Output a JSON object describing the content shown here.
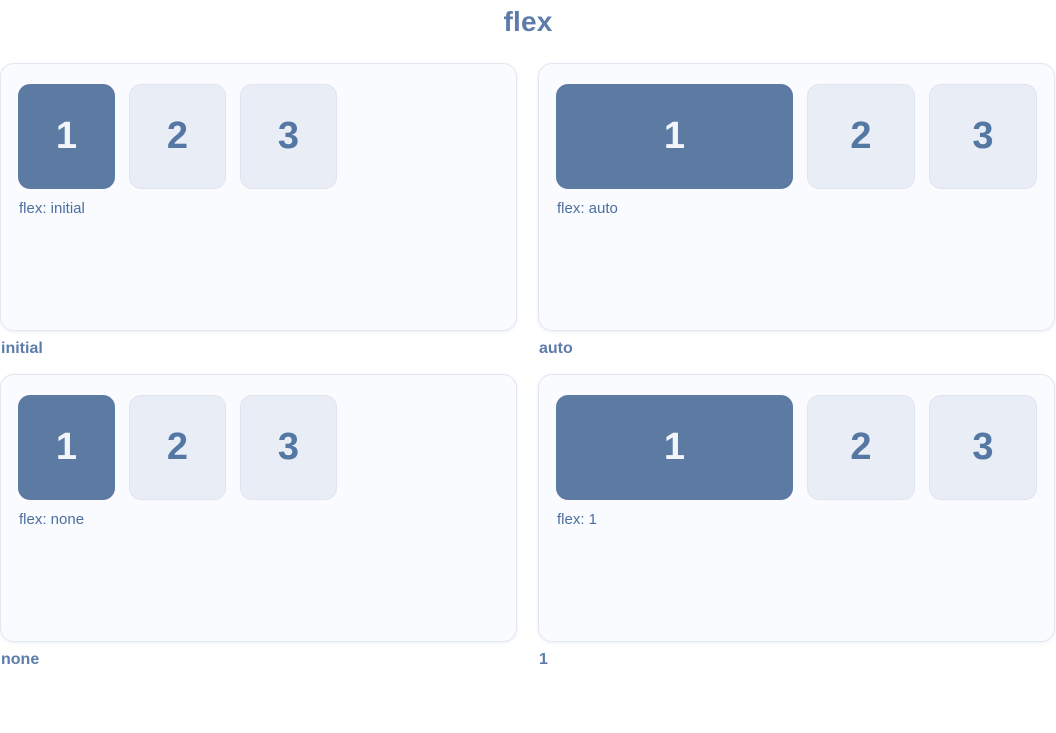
{
  "title": "flex",
  "colors": {
    "accent": "#5d7caa",
    "box_active_bg": "#5d7aa2",
    "box_active_text": "#f2f6fa",
    "box_bg": "#e9edf5",
    "box_border": "#dfe5f0",
    "box_text": "#5577a4",
    "panel_bg": "#fafbfe",
    "panel_border": "#e2e7f1",
    "flex_label_text": "#4d6f9f"
  },
  "panels": [
    {
      "caption": "initial",
      "flex_label": "flex: initial",
      "boxes": [
        "1",
        "2",
        "3"
      ]
    },
    {
      "caption": "auto",
      "flex_label": "flex: auto",
      "boxes": [
        "1",
        "2",
        "3"
      ]
    },
    {
      "caption": "none",
      "flex_label": "flex: none",
      "boxes": [
        "1",
        "2",
        "3"
      ]
    },
    {
      "caption": "1",
      "flex_label": "flex: 1",
      "boxes": [
        "1",
        "2",
        "3"
      ]
    }
  ]
}
